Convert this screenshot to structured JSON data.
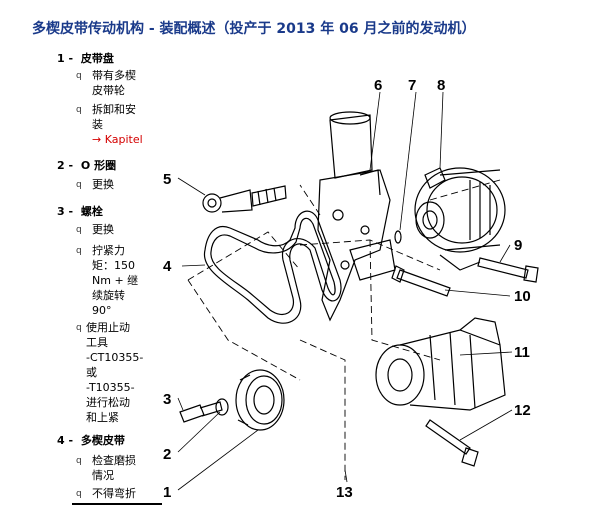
{
  "title": "多楔皮带传动机构 - 装配概述（投产于 2013 年 06 月之前的发动机）",
  "bullet_char": "q",
  "sections": [
    {
      "num": "1 -",
      "name": "皮带盘"
    },
    {
      "num": "2 -",
      "name": "O 形圈"
    },
    {
      "num": "3 -",
      "name": "螺栓"
    },
    {
      "num": "4 -",
      "name": "多楔皮带"
    }
  ],
  "items": {
    "s1_a": [
      "带有多楔",
      "皮带轮"
    ],
    "s1_b": [
      "拆卸和安",
      "装"
    ],
    "s1_b_link": "→ Kapitel",
    "s2_a": "更换",
    "s3_a": "更换",
    "s3_b": [
      "拧紧力",
      "矩：150",
      "Nm + 继",
      "续旋转",
      "90°"
    ],
    "s3_c": [
      "使用止动",
      "工具",
      "-CT10355-",
      "或",
      "-T10355-",
      "进行松动",
      "和上紧"
    ],
    "s4_a": [
      "检查磨损",
      "情况"
    ],
    "s4_b": "不得弯折"
  },
  "callouts": [
    "1",
    "2",
    "3",
    "4",
    "5",
    "6",
    "7",
    "8",
    "9",
    "10",
    "11",
    "12",
    "13"
  ]
}
